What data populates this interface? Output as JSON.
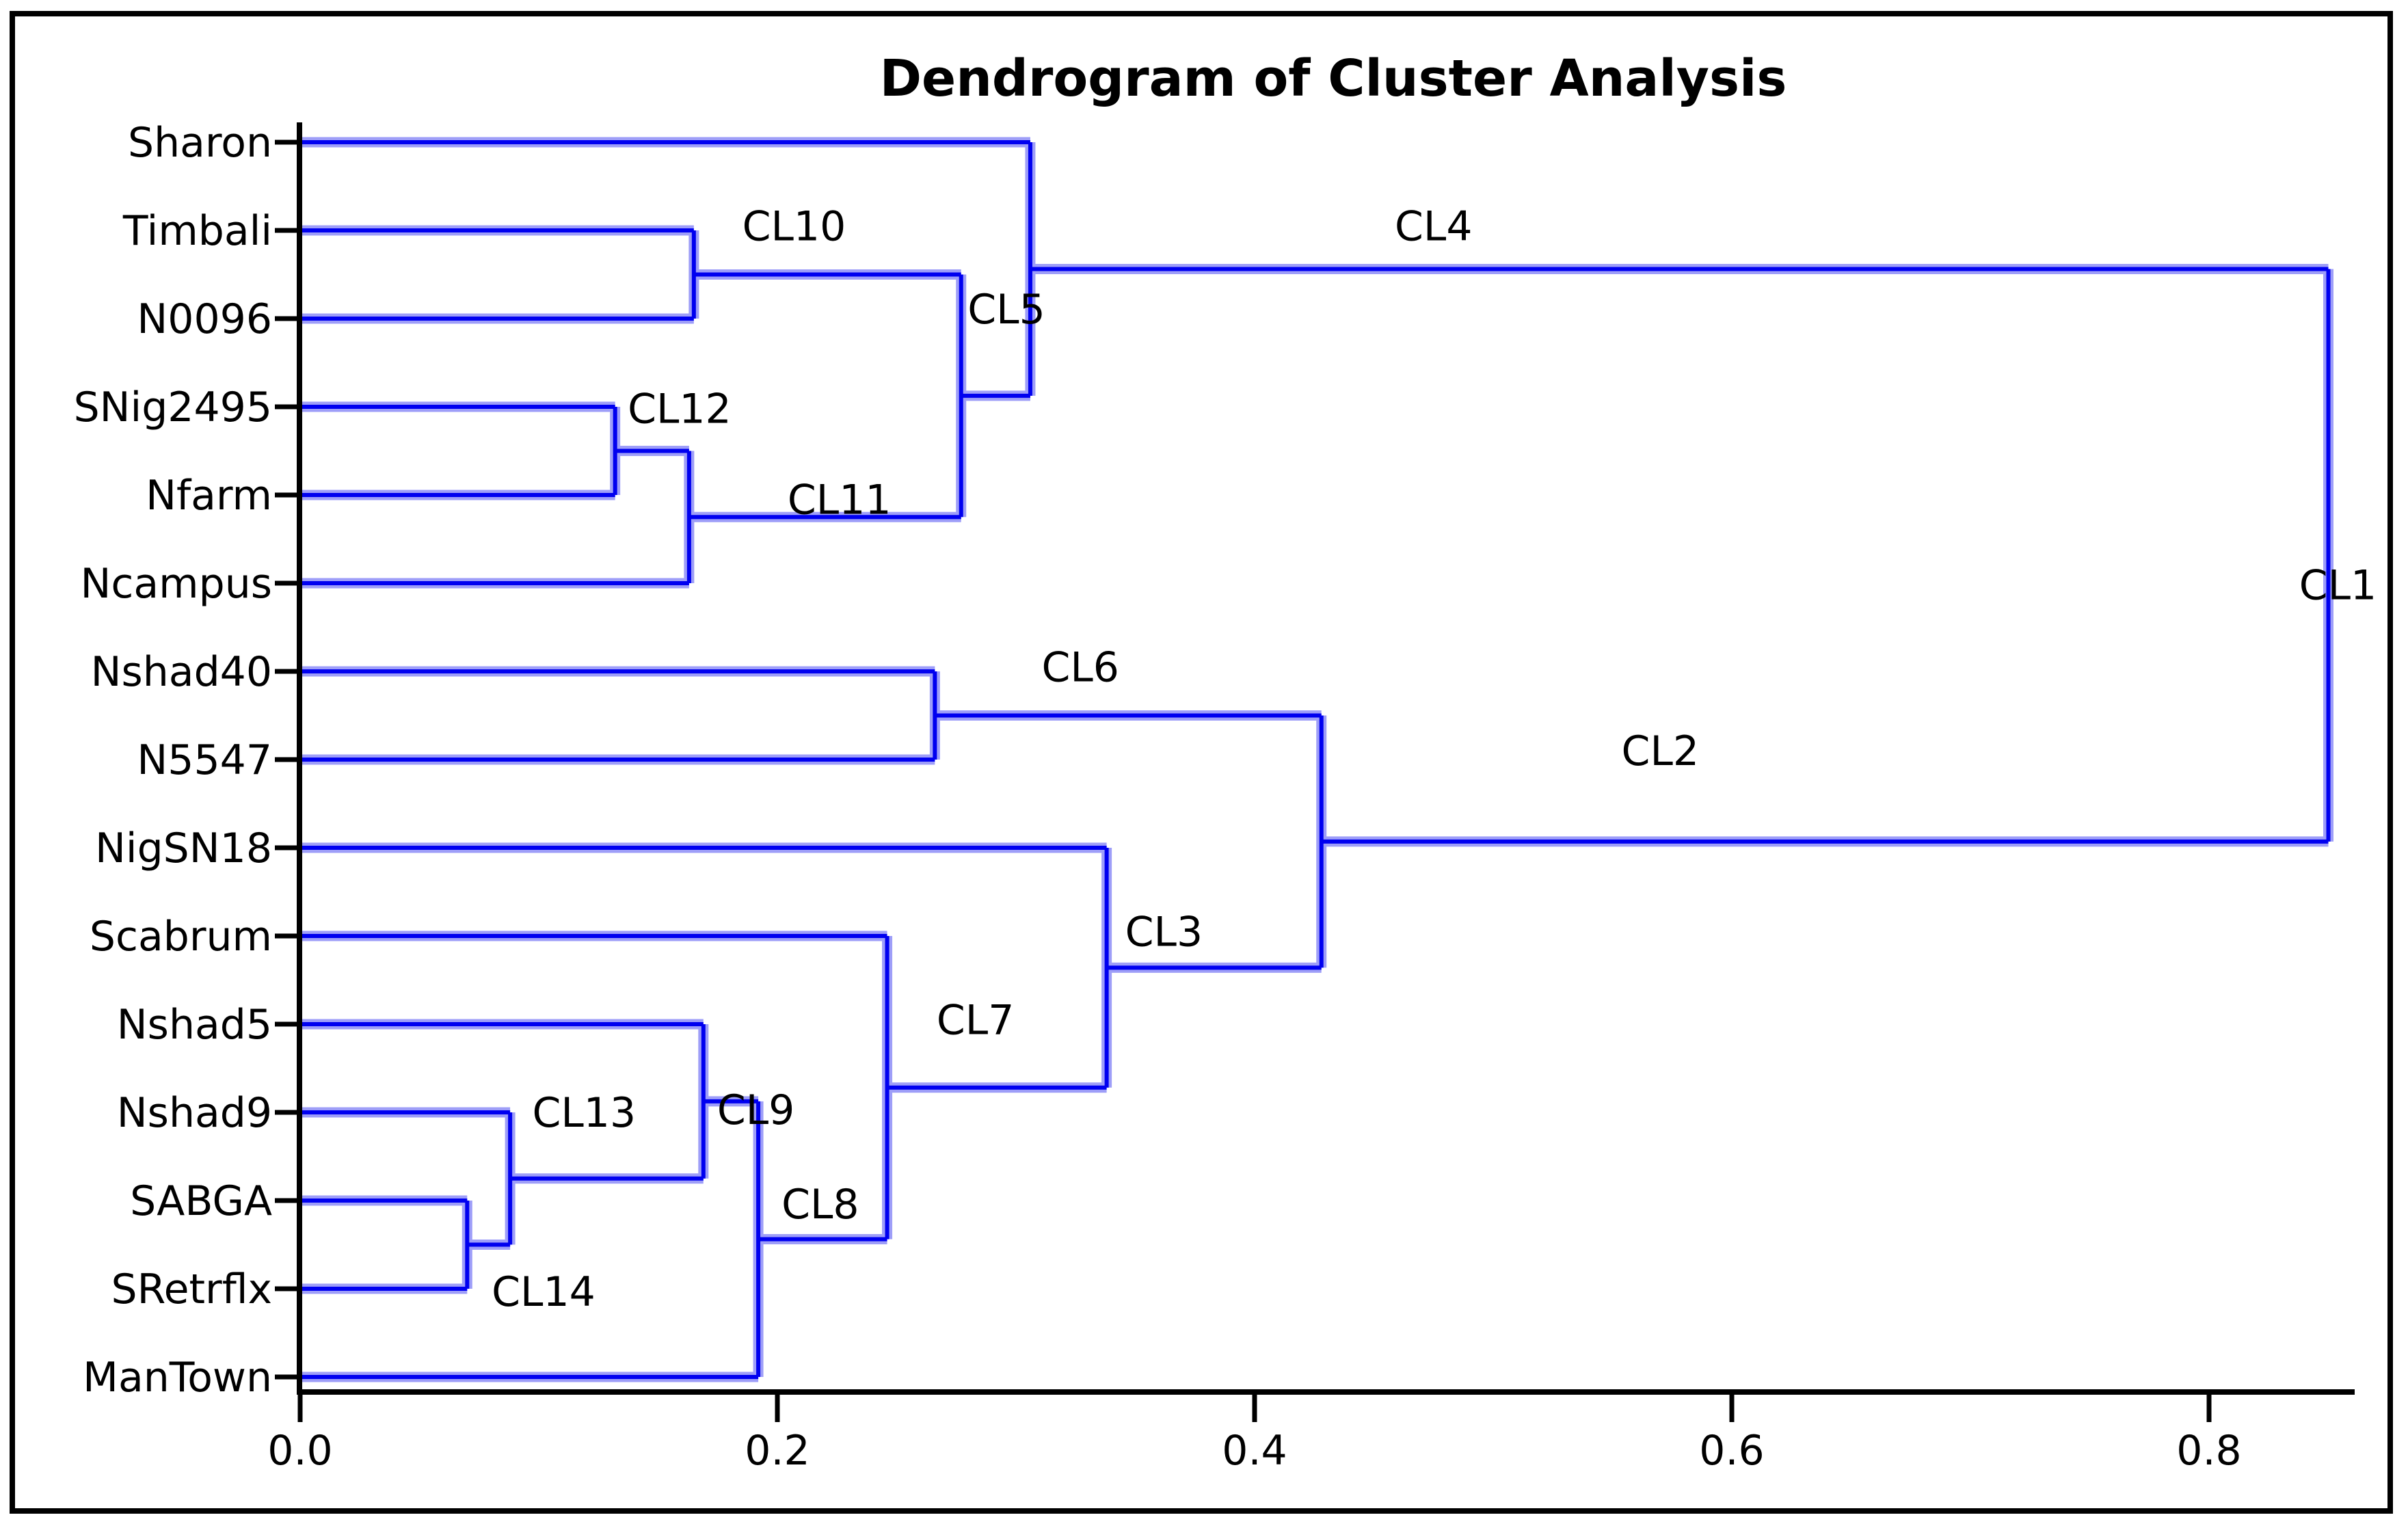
{
  "figure": {
    "background_color": "#ffffff",
    "border_color": "#000000"
  },
  "chart_data": {
    "type": "dendrogram",
    "orientation": "horizontal",
    "title": "Dendrogram of Cluster Analysis",
    "line_color": "#0000f0",
    "line_halo_color": "#9e9ef8",
    "axis_color": "#000000",
    "text_color": "#000000",
    "grid": false,
    "legend": "none",
    "x_axis": {
      "range": [
        0,
        0.873
      ],
      "ticks": [
        {
          "label": "0.0",
          "value": 0.0
        },
        {
          "label": "0.2",
          "value": 0.2
        },
        {
          "label": "0.4",
          "value": 0.4
        },
        {
          "label": "0.6",
          "value": 0.6
        },
        {
          "label": "0.8",
          "value": 0.8
        }
      ]
    },
    "leaves": [
      "Sharon",
      "Timbali",
      "N0096",
      "SNig2495",
      "Nfarm",
      "Ncampus",
      "Nshad40",
      "N5547",
      "NigSN18",
      "Scabrum",
      "Nshad5",
      "Nshad9",
      "SABGA",
      "SRetrflx",
      "ManTown"
    ],
    "merges": [
      {
        "id": "CL14",
        "children": [
          "SABGA",
          "SRetrflx"
        ],
        "distance": 0.07
      },
      {
        "id": "CL13",
        "children": [
          "Nshad9",
          "CL14"
        ],
        "distance": 0.088
      },
      {
        "id": "CL12",
        "children": [
          "SNig2495",
          "Nfarm"
        ],
        "distance": 0.132
      },
      {
        "id": "CL11",
        "children": [
          "CL12",
          "Ncampus"
        ],
        "distance": 0.163
      },
      {
        "id": "CL10",
        "children": [
          "Timbali",
          "N0096"
        ],
        "distance": 0.165
      },
      {
        "id": "CL9",
        "children": [
          "Nshad5",
          "CL13"
        ],
        "distance": 0.169
      },
      {
        "id": "CL8",
        "children": [
          "CL9",
          "ManTown"
        ],
        "distance": 0.192
      },
      {
        "id": "CL7",
        "children": [
          "Scabrum",
          "CL8"
        ],
        "distance": 0.246
      },
      {
        "id": "CL6",
        "children": [
          "Nshad40",
          "N5547"
        ],
        "distance": 0.266
      },
      {
        "id": "CL5",
        "children": [
          "CL10",
          "CL11"
        ],
        "distance": 0.277
      },
      {
        "id": "CL4",
        "children": [
          "Sharon",
          "CL5"
        ],
        "distance": 0.306
      },
      {
        "id": "CL3",
        "children": [
          "NigSN18",
          "CL7"
        ],
        "distance": 0.338
      },
      {
        "id": "CL2",
        "children": [
          "CL6",
          "CL3"
        ],
        "distance": 0.428
      },
      {
        "id": "CL1",
        "children": [
          "CL4",
          "CL2"
        ],
        "distance": 0.85
      }
    ],
    "cluster_labels": [
      {
        "id": "CL10",
        "x": 0.207,
        "row": 0.95
      },
      {
        "id": "CL4",
        "x": 0.475,
        "row": 0.95
      },
      {
        "id": "CL5",
        "x": 0.296,
        "row": 1.89
      },
      {
        "id": "CL12",
        "x": 0.159,
        "row": 3.02
      },
      {
        "id": "CL11",
        "x": 0.226,
        "row": 4.05
      },
      {
        "id": "CL1",
        "x": 0.854,
        "row": 5.02
      },
      {
        "id": "CL6",
        "x": 0.327,
        "row": 5.95
      },
      {
        "id": "CL2",
        "x": 0.57,
        "row": 6.9
      },
      {
        "id": "CL3",
        "x": 0.362,
        "row": 8.95
      },
      {
        "id": "CL7",
        "x": 0.283,
        "row": 9.95
      },
      {
        "id": "CL9",
        "x": 0.191,
        "row": 10.97
      },
      {
        "id": "CL13",
        "x": 0.119,
        "row": 11.0
      },
      {
        "id": "CL8",
        "x": 0.218,
        "row": 12.04
      },
      {
        "id": "CL14",
        "x": 0.102,
        "row": 13.03
      }
    ]
  }
}
